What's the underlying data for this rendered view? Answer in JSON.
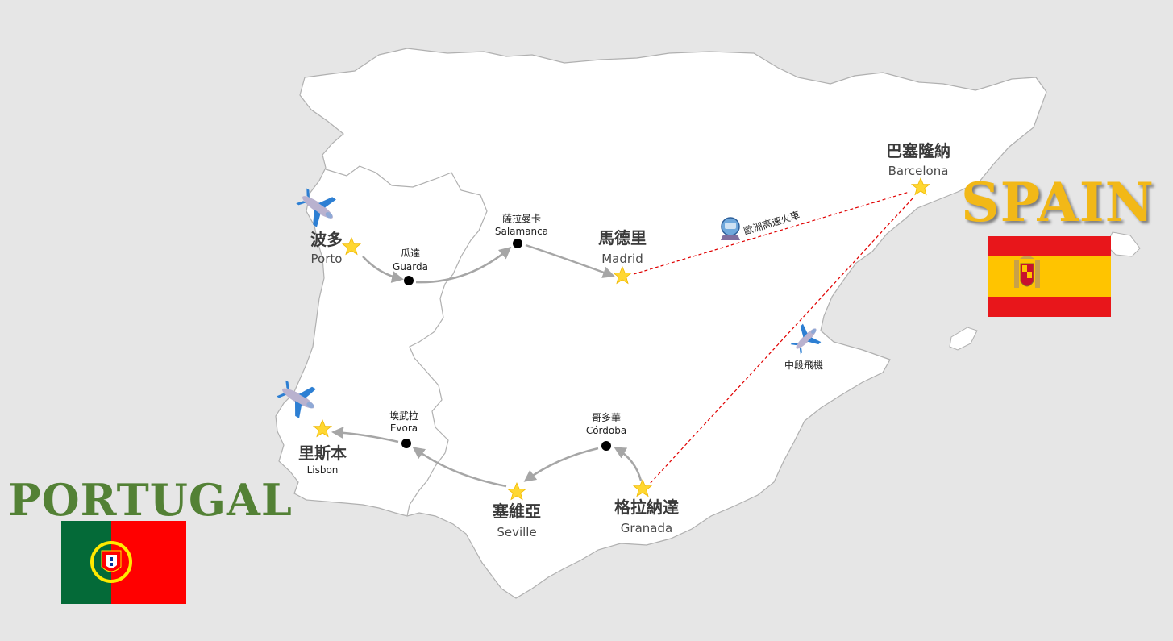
{
  "countries": {
    "spain": "SPAIN",
    "portugal": "PORTUGAL"
  },
  "colors": {
    "background": "#e6e6e6",
    "land": "#ffffff",
    "border": "#a6a6a6",
    "route_arrow": "#a6a6a6",
    "dashed_route": "#e00000",
    "spain_title": "#f2b817",
    "portugal_title": "#538135",
    "spain_red": "#e8161b",
    "spain_yellow": "#ffc400",
    "portugal_green": "#046a38",
    "portugal_red": "#ff0000",
    "star": "#ffd731"
  },
  "cities": {
    "porto": {
      "cn": "波多",
      "en": "Porto",
      "marker": "star"
    },
    "guarda": {
      "cn": "瓜達",
      "en": "Guarda",
      "marker": "dot"
    },
    "salamanca": {
      "cn": "薩拉曼卡",
      "en": "Salamanca",
      "marker": "dot"
    },
    "madrid": {
      "cn": "馬德里",
      "en": "Madrid",
      "marker": "star"
    },
    "barcelona": {
      "cn": "巴塞隆納",
      "en": "Barcelona",
      "marker": "star"
    },
    "granada": {
      "cn": "格拉納達",
      "en": "Granada",
      "marker": "star"
    },
    "cordoba": {
      "cn": "哥多華",
      "en": "Córdoba",
      "marker": "dot"
    },
    "seville": {
      "cn": "塞維亞",
      "en": "Seville",
      "marker": "star"
    },
    "evora": {
      "cn": "埃武拉",
      "en": "Evora",
      "marker": "dot"
    },
    "lisbon": {
      "cn": "里斯本",
      "en": "Lisbon",
      "marker": "star"
    }
  },
  "transport": {
    "train_label": "歐洲高速火車",
    "flight_label": "中段飛機"
  },
  "icons": [
    "airplane-icon",
    "train-icon",
    "star-icon"
  ]
}
